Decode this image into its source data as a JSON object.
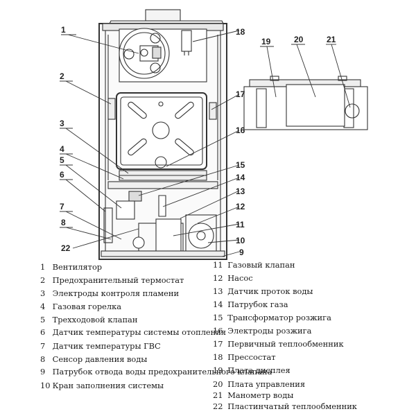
{
  "diagram": {
    "title": "Gas boiler internal components",
    "callout_labels": [
      "1",
      "2",
      "3",
      "4",
      "5",
      "6",
      "7",
      "8",
      "9",
      "10",
      "11",
      "12",
      "13",
      "14",
      "15",
      "16",
      "17",
      "18",
      "19",
      "20",
      "21",
      "22"
    ]
  },
  "legend": {
    "left": [
      {
        "num": "1",
        "label": "Вентилятор"
      },
      {
        "num": "2",
        "label": "Предохранительный термостат"
      },
      {
        "num": "3",
        "label": "Электроды контроля пламени"
      },
      {
        "num": "4",
        "label": "Газовая горелка"
      },
      {
        "num": "5",
        "label": "Трехходовой клапан"
      },
      {
        "num": "6",
        "label": "Датчик температуры системы отопления"
      },
      {
        "num": "7",
        "label": "Датчик температуры ГВС"
      },
      {
        "num": "8",
        "label": "Сенсор давления воды"
      },
      {
        "num": "9",
        "label": "Патрубок отвода воды предохранительного клапана"
      },
      {
        "num": "10",
        "label": "Кран заполнения системы"
      }
    ],
    "right": [
      {
        "num": "11",
        "label": "Газовый клапан"
      },
      {
        "num": "12",
        "label": "Насос"
      },
      {
        "num": "13",
        "label": "Датчик проток воды"
      },
      {
        "num": "14",
        "label": "Патрубок газа"
      },
      {
        "num": "15",
        "label": "Трансформатор розжига"
      },
      {
        "num": "16",
        "label": "Электроды розжига"
      },
      {
        "num": "17",
        "label": "Первичный теплообменник"
      },
      {
        "num": "18",
        "label": "Прессостат"
      },
      {
        "num": "19",
        "label": "Плата дисплея"
      },
      {
        "num": "20",
        "label": "Плата управления"
      },
      {
        "num": "21",
        "label": "Манометр воды"
      },
      {
        "num": "22",
        "label": "Пластинчатый теплообменник"
      }
    ]
  }
}
